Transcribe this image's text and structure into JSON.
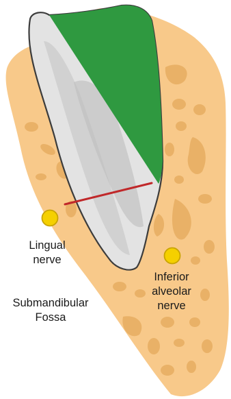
{
  "labels": {
    "lingual": [
      "Lingual",
      "nerve"
    ],
    "submandibular": [
      "Submandibular",
      "Fossa"
    ],
    "inferior_alveolar": [
      "Inferior",
      "alveolar",
      "nerve"
    ]
  },
  "colors": {
    "background": "#ffffff",
    "bone": "#f8c98a",
    "bone_marrow": "#e9b167",
    "tooth": "#e3e3e3",
    "tooth_outline": "#3c3c3c",
    "root_shadow": "#c8c8c8",
    "crown_section": "#2f9940",
    "reference_line": "#c0282a",
    "nerve": "#f5d000",
    "nerve_outline": "#c9a400",
    "text": "#1a1a1a"
  }
}
